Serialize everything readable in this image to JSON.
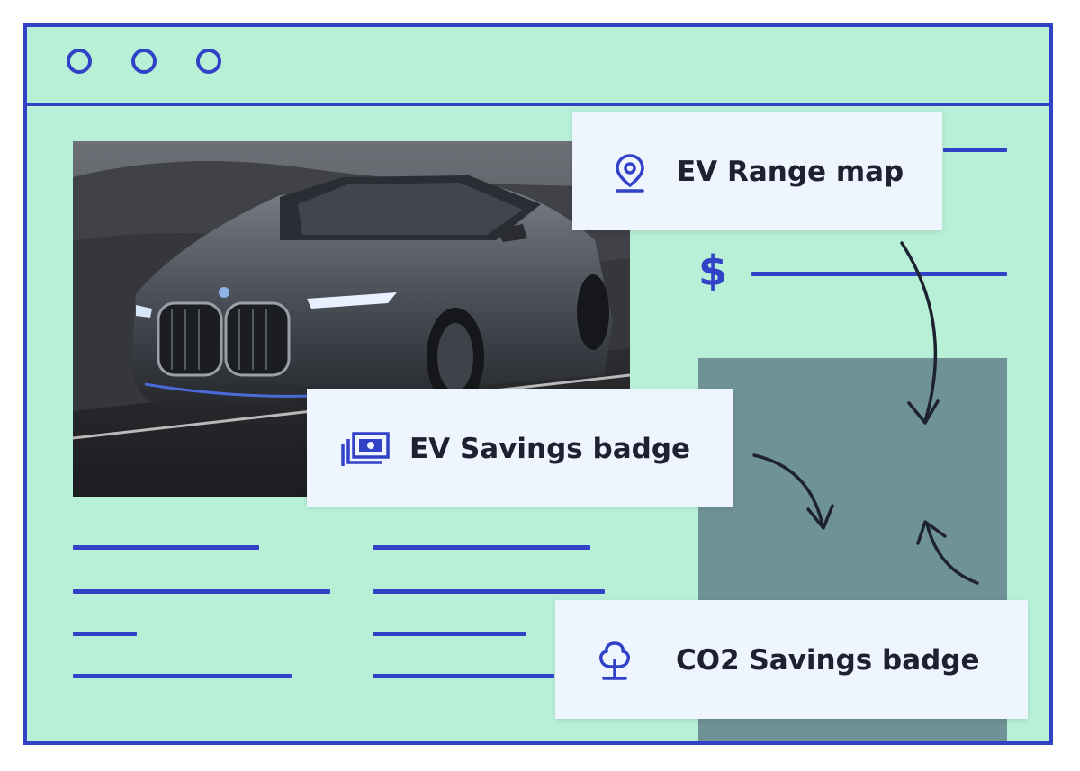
{
  "window": {
    "dots": [
      "window-dot",
      "window-dot",
      "window-dot"
    ]
  },
  "cards": {
    "range_map": {
      "label": "EV Range map",
      "icon": "map-pin-icon"
    },
    "ev_savings": {
      "label": "EV Savings badge",
      "icon": "money-stack-icon"
    },
    "co2_savings": {
      "label": "CO2 Savings badge",
      "icon": "tree-icon"
    }
  },
  "symbols": {
    "price": "$"
  },
  "photo": {
    "subject": "car-photo"
  },
  "colors": {
    "background": "#b8f0d7",
    "accent": "#3142c6",
    "card": "#eef5ff",
    "panel": "#6f9296",
    "text": "#1e2230"
  }
}
